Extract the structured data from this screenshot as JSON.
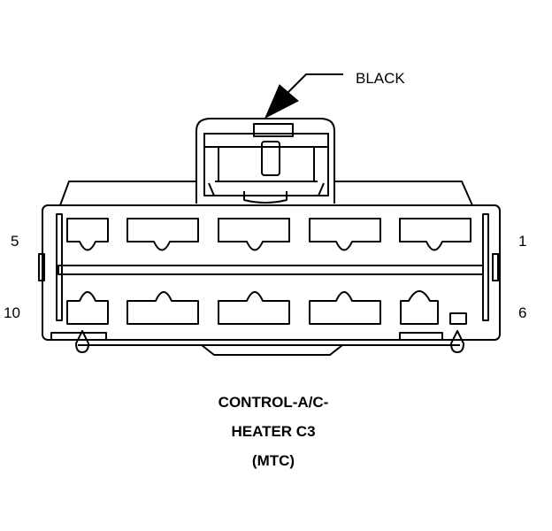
{
  "callout": {
    "color_label": "BLACK"
  },
  "pin_labels": {
    "top_left": "5",
    "top_right": "1",
    "bottom_left": "10",
    "bottom_right": "6"
  },
  "caption": {
    "line1": "CONTROL-A/C-",
    "line2": "HEATER C3",
    "line3": "(MTC)"
  },
  "colors": {
    "ink": "#000000",
    "background": "#ffffff"
  }
}
